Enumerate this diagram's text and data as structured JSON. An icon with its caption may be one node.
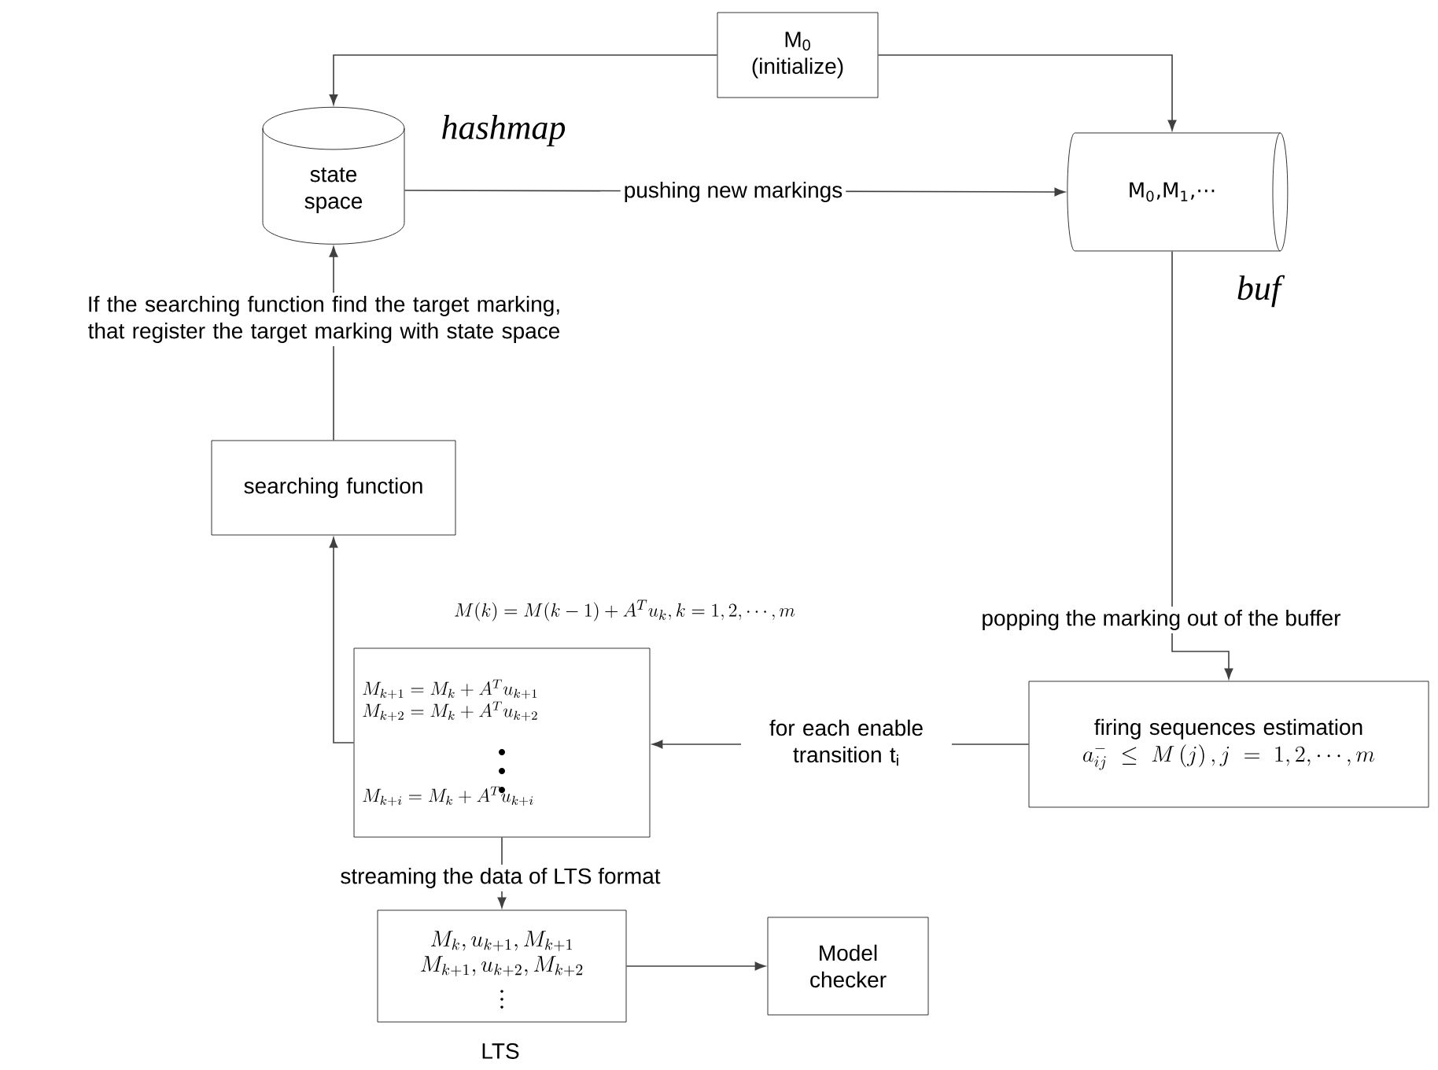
{
  "diagram": {
    "nodes": [
      {
        "text": [
          "M$_{0}$ (initialize)"
        ]
      },
      {
        "text": [
          "state space"
        ],
        "beside": [
          "hashmap"
        ]
      },
      {
        "text": [
          "M$_{0}$,M$_{1}$,⋯"
        ],
        "beside": [
          "buf"
        ]
      },
      {
        "text": [
          "searching function"
        ]
      },
      {
        "text": [
          "M_{k+1} = M_k + A^T u_{k+1}",
          "M_{k+2} = M_k + A^T u_{k+2}",
          "M_{k+i} = M_k + A^T u_{k+i}"
        ],
        "beside": [
          "M(k) = M(k-1) + A^T u_k, k = 1, 2, \\cdots, m"
        ]
      },
      {
        "text": [
          "firing sequences estimation",
          "a_{ij}^{-} \\le M\\left(j\\right), j = 1, 2, \\cdots, m"
        ]
      },
      {
        "text": [
          "M_k, u_{k+1}, M_{k+1}",
          "M_{k+1}, u_{k+2}, M_{k+2}"
        ],
        "beside": [
          "LTS"
        ]
      },
      {
        "text": [
          "Model checker"
        ]
      }
    ],
    "edges": [
      {
        "from": 0,
        "to": 1,
        "arrow": "to"
      },
      {
        "from": 0,
        "to": 2,
        "arrow": "to"
      },
      {
        "from": 1,
        "to": 2,
        "arrow": "to",
        "label": "pushing new markings"
      },
      {
        "from": 2,
        "to": 5,
        "arrow": "to",
        "label": "popping the marking out of the buffer"
      },
      {
        "from": 5,
        "to": 4,
        "arrow": "to",
        "label": "for each enable transition t$_{i}$"
      },
      {
        "from": 4,
        "to": 3,
        "arrow": "to"
      },
      {
        "from": 3,
        "to": 1,
        "arrow": "to",
        "label": "If the searching function find the target marking, that register the target marking with state space"
      },
      {
        "from": 4,
        "to": 6,
        "arrow": "to",
        "label": "streaming the data of LTS format"
      },
      {
        "from": 6,
        "to": 7,
        "arrow": "to"
      }
    ]
  }
}
